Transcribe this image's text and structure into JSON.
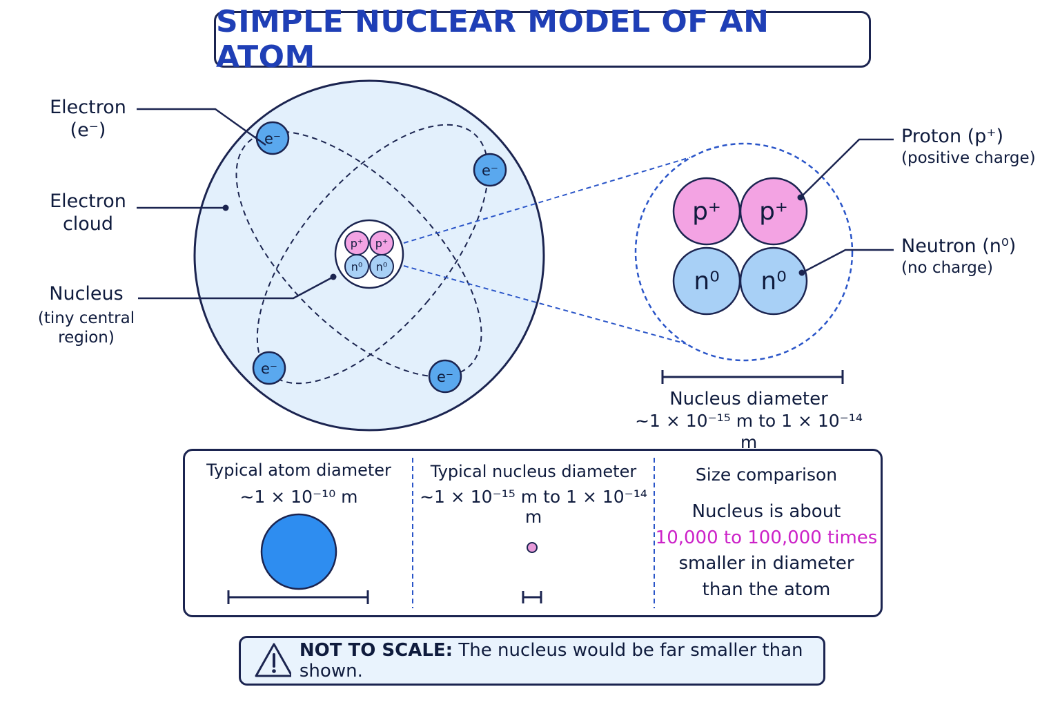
{
  "title": "SIMPLE NUCLEAR MODEL OF AN ATOM",
  "labels": {
    "electron": "Electron",
    "electron_symbol": "(e⁻)",
    "electron_cloud_1": "Electron",
    "electron_cloud_2": "cloud",
    "nucleus": "Nucleus",
    "nucleus_sub_1": "(tiny central",
    "nucleus_sub_2": "region)",
    "proton": "Proton (p⁺)",
    "proton_sub": "(positive charge)",
    "neutron": "Neutron (n⁰)",
    "neutron_sub": "(no charge)"
  },
  "particles": {
    "electron": "e⁻",
    "proton": "p⁺",
    "neutron": "n⁰"
  },
  "nucleus_scale": {
    "label": "Nucleus diameter",
    "value": "~1 × 10⁻¹⁵ m to 1 × 10⁻¹⁴ m"
  },
  "comparison": {
    "atom_title": "Typical atom diameter",
    "atom_value": "~1 × 10⁻¹⁰ m",
    "nucleus_title": "Typical nucleus diameter",
    "nucleus_value": "~1 × 10⁻¹⁵ m to 1 × 10⁻¹⁴ m",
    "size_title": "Size comparison",
    "size_line_1": "Nucleus is about",
    "size_highlight": "10,000 to 100,000 times",
    "size_line_3": "smaller in diameter",
    "size_line_4": "than the atom"
  },
  "warning": {
    "bold": "NOT TO SCALE:",
    "text": "The nucleus would be far smaller than shown."
  },
  "colors": {
    "title_blue": "#1f3fb6",
    "cloud_fill": "#e3f0fc",
    "electron_blue": "#5aa8ee",
    "proton_pink": "#f3a3e3",
    "neutron_blue": "#a8d0f6",
    "atom_blue": "#2e8df0",
    "highlight_magenta": "#cc22c8",
    "line_dark": "#1b2450",
    "dashed_blue": "#2a55c8"
  }
}
